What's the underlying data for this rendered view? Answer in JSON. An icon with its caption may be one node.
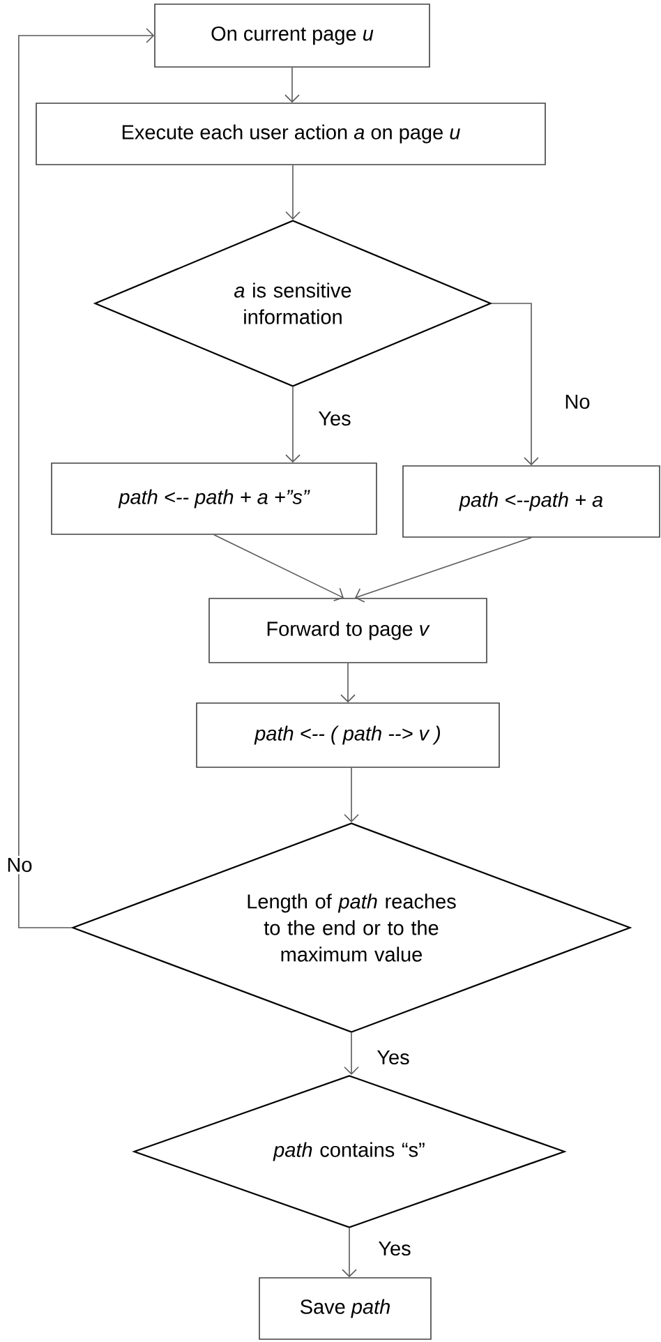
{
  "diagram": {
    "nodes": [
      {
        "text": [
          "On current page *u*"
        ]
      },
      {
        "text": [
          "Execute each user action *a* on page *u*"
        ]
      },
      {
        "text": [
          "*a* is sensitive information"
        ]
      },
      {
        "text": [
          "path <-- path + a +”s”"
        ]
      },
      {
        "text": [
          "path <--path + a"
        ]
      },
      {
        "text": [
          "Forward to page *v*"
        ]
      },
      {
        "text": [
          "path <-- ( path --> v )"
        ]
      },
      {
        "text": [
          "Length of *path* reaches to the end or to the maximum value"
        ]
      },
      {
        "text": [
          "*path* contains “s”"
        ]
      },
      {
        "text": [
          "Save *path*"
        ]
      }
    ],
    "edges": [
      {
        "from": 0,
        "to": 1,
        "arrow": "to"
      },
      {
        "from": 1,
        "to": 2,
        "arrow": "to"
      },
      {
        "from": 2,
        "to": 3,
        "arrow": "to",
        "label": "Yes"
      },
      {
        "from": 2,
        "to": 4,
        "arrow": "to",
        "label": "No"
      },
      {
        "from": 3,
        "to": 5,
        "arrow": "to"
      },
      {
        "from": 4,
        "to": 5,
        "arrow": "to"
      },
      {
        "from": 5,
        "to": 6,
        "arrow": "to"
      },
      {
        "from": 6,
        "to": 7,
        "arrow": "to"
      },
      {
        "from": 7,
        "to": 0,
        "arrow": "to",
        "label": "No"
      },
      {
        "from": 7,
        "to": 8,
        "arrow": "to",
        "label": "Yes"
      },
      {
        "from": 8,
        "to": 9,
        "arrow": "to",
        "label": "Yes"
      }
    ]
  }
}
